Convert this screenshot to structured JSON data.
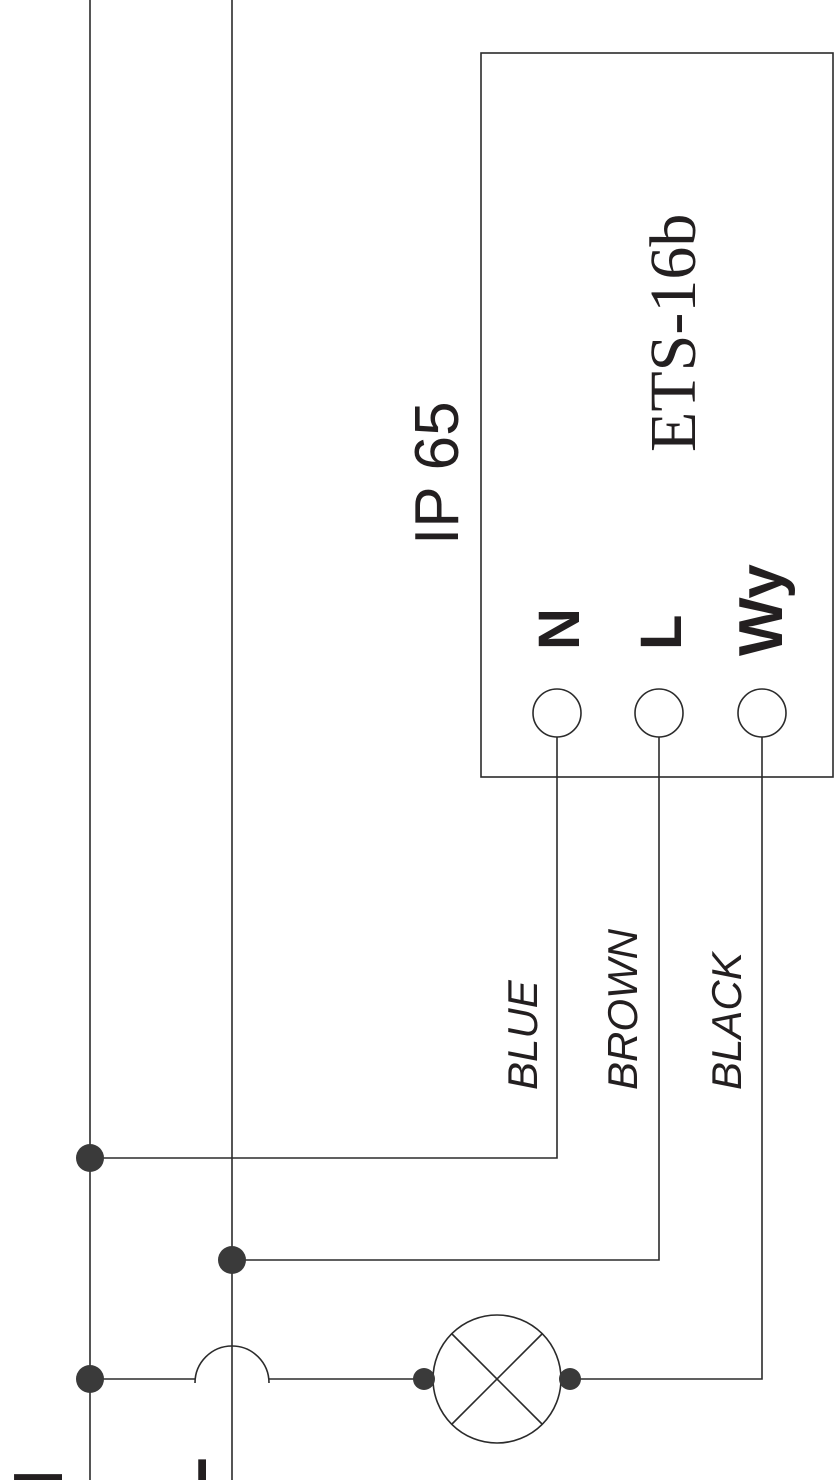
{
  "supply": {
    "neutral_label": "N",
    "live_label": "L"
  },
  "device": {
    "model": "ETS-16b",
    "ip_rating": "IP 65",
    "terminals": [
      "N",
      "L",
      "Wy"
    ]
  },
  "wires": {
    "neutral_color": "BLUE",
    "live_color": "BROWN",
    "output_color": "BLACK"
  },
  "load": {
    "icon": "lamp-icon"
  }
}
